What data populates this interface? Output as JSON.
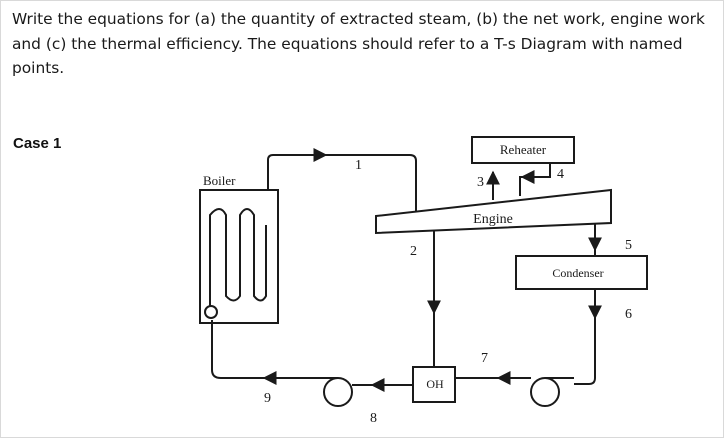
{
  "question": "Write the equations for (a) the quantity of extracted steam, (b) the net work, engine work and (c) the thermal efficiency. The equations should refer to a T-s Diagram with named points.",
  "case_label": "Case 1",
  "diagram": {
    "components": {
      "boiler": "Boiler",
      "reheater": "Reheater",
      "engine": "Engine",
      "condenser": "Condenser",
      "oh": "OH"
    },
    "points": [
      "1",
      "2",
      "3",
      "4",
      "5",
      "6",
      "7",
      "8",
      "9"
    ]
  }
}
